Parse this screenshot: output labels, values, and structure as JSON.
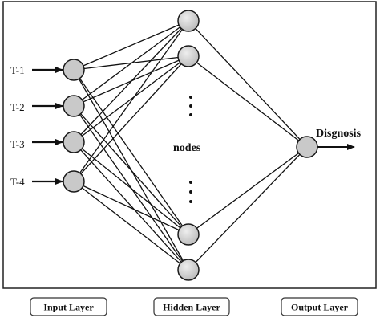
{
  "inputs": [
    "T-1",
    "T-2",
    "T-3",
    "T-4"
  ],
  "hidden_text": "nodes",
  "output_label": "Disgnosis",
  "layer_labels": [
    "Input Layer",
    "Hidden Layer",
    "Output Layer"
  ],
  "colors": {
    "node_fill": "#c9c9c9",
    "node_stroke": "#1a1a1a",
    "line": "#111111"
  }
}
